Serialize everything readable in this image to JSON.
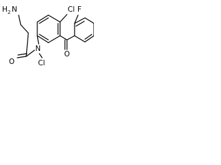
{
  "molecule": {
    "atoms": {
      "chlorine_ring": "Cl",
      "fluorine": "F",
      "amine_nh2": "H",
      "amine_sub": "2",
      "amine_n": "N",
      "amide_n": "N",
      "n_chloro": "Cl",
      "amide_o": "O",
      "ketone_o": "O"
    },
    "colors": {
      "bond": "#000000",
      "label": "#000000",
      "background": "#ffffff"
    }
  }
}
